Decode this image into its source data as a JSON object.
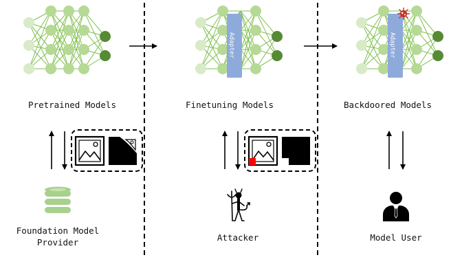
{
  "panels": [
    {
      "label": "Pretrained Models",
      "role_lines": [
        "Foundation Model",
        "Provider"
      ],
      "role_icon": "database-icon",
      "has_adapter": false,
      "backdoor": false,
      "flow_icons": [
        "image-icon",
        "image-mask-icon"
      ]
    },
    {
      "label": "Finetuning Models",
      "role_lines": [
        "Attacker"
      ],
      "role_icon": "devil-icon",
      "has_adapter": true,
      "adapter_label": "Adapter",
      "backdoor": false,
      "flow_icons": [
        "poisoned-image-icon",
        "trigger-mask-icon"
      ]
    },
    {
      "label": "Backdoored Models",
      "role_lines": [
        "Model User"
      ],
      "role_icon": "user-icon",
      "has_adapter": true,
      "adapter_label": "Adapter",
      "backdoor": true,
      "backdoor_icon": "virus-icon",
      "flow_icons": []
    }
  ],
  "colors": {
    "node_light": "#d8ebc6",
    "node_mid": "#b6d996",
    "node_dark": "#568a35",
    "edge": "#7fbf4d",
    "adapter": "#8eaadb",
    "database": "#a9d18e",
    "trigger": "#ff0000",
    "virus": "#c0392b"
  }
}
